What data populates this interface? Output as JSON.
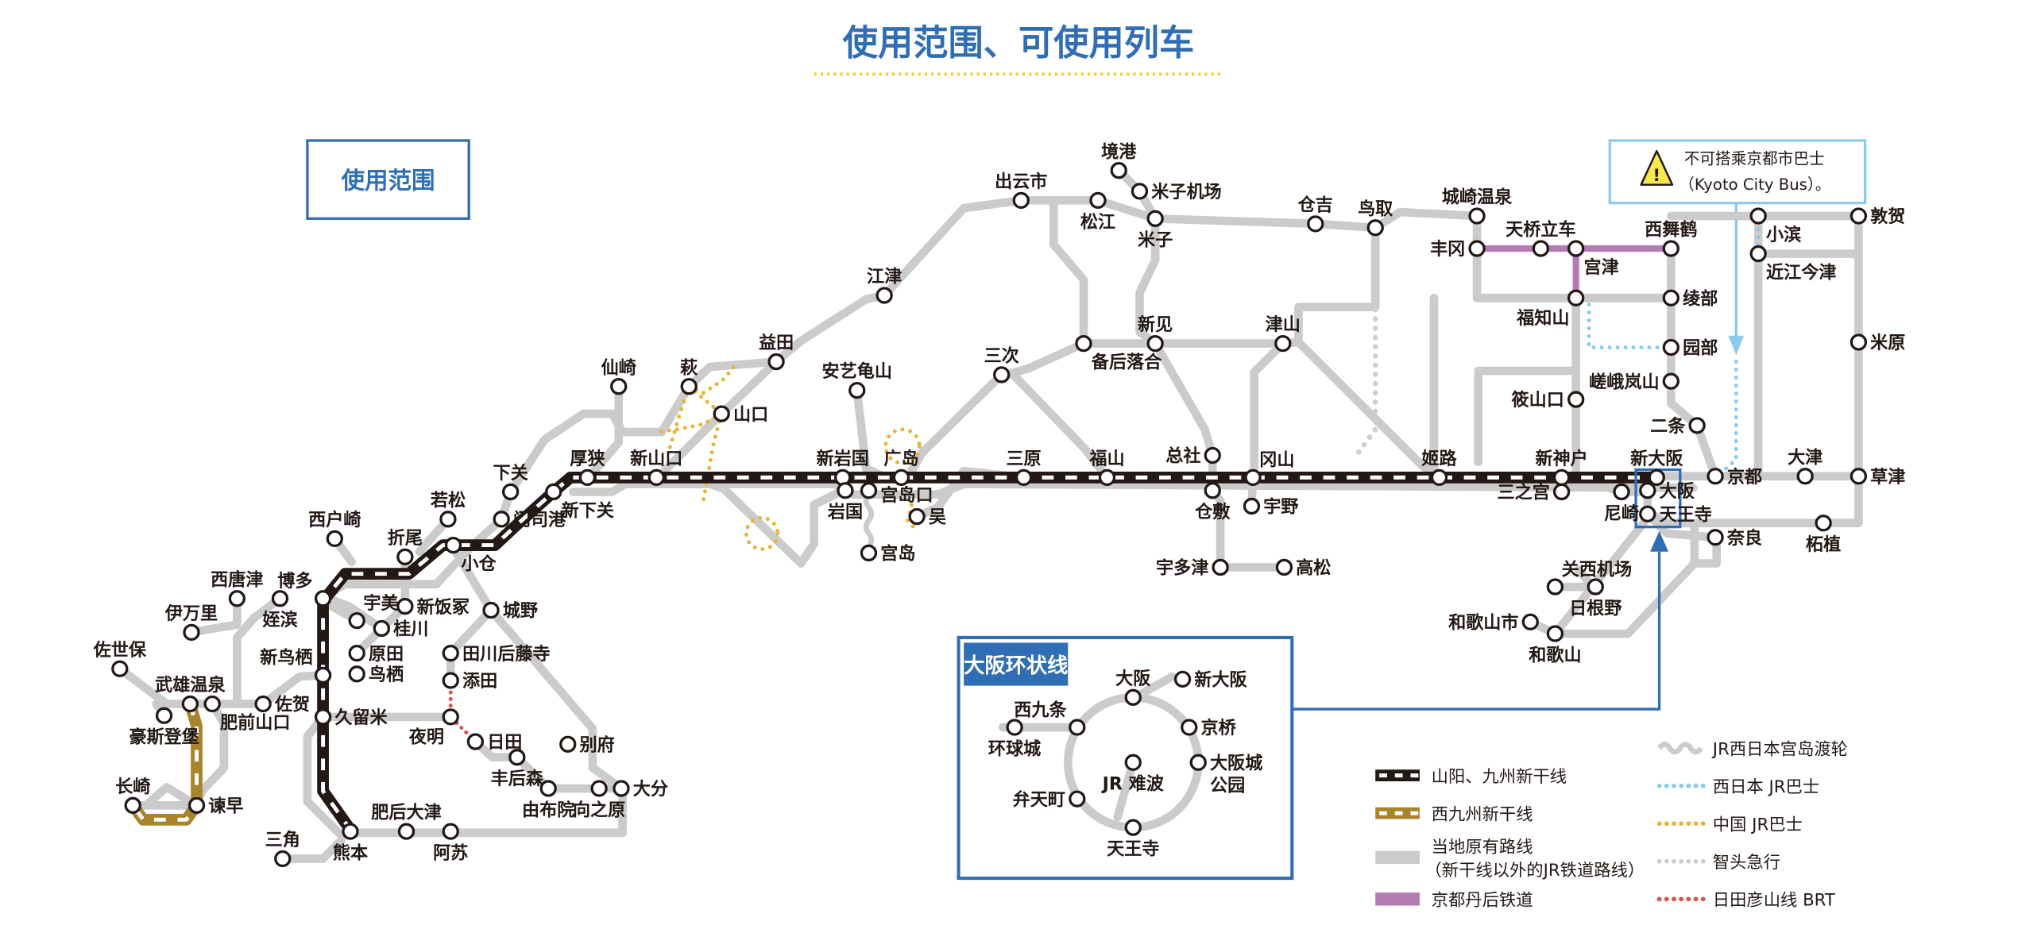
{
  "title": "使用范围、可使用列车",
  "area_label": "使用范围",
  "warning": {
    "icon": "warning-triangle-icon",
    "line1": "不可搭乘京都市巴士",
    "line2": "（Kyoto City Bus）。"
  },
  "inset": {
    "title": "大阪环状线",
    "stations": {
      "osaka": "大阪",
      "shin_osaka": "新大阪",
      "nishikujo": "西九条",
      "usj": "环球城",
      "kyobashi": "京桥",
      "namba": "JR 难波",
      "osakajo1": "大阪城",
      "osakajo2": "公园",
      "bentencho": "弁天町",
      "tennoji": "天王寺"
    }
  },
  "legend": {
    "shinkansen": "山阳、九州新干线",
    "nishikyushu": "西九州新干线",
    "local1": "当地原有路线",
    "local2": "（新干线以外的JR铁道路线）",
    "tango": "京都丹后铁道",
    "ferry": "JR西日本宫岛渡轮",
    "wjr_bus": "西日本 JR巴士",
    "chugoku_bus": "中国 JR巴士",
    "chizu": "智头急行",
    "brt": "日田彦山线 BRT"
  },
  "colors": {
    "shinkansen": "#231815",
    "nishikyushu": "#a8852c",
    "local": "#cbcbcb",
    "tango": "#b47cb4",
    "wjr_bus": "#8ccbec",
    "chugoku_bus": "#e8b43a",
    "chizu": "#cfcfcf",
    "brt": "#d9534f",
    "accent": "#2f6db5"
  },
  "stations": {
    "kumamoto": "熊本",
    "misumi": "三角",
    "higo_ozu": "肥后大津",
    "aso": "阿苏",
    "kurume": "久留米",
    "shin_tosu": "新鸟栖",
    "tosu": "鸟栖",
    "harada": "原田",
    "umi": "宇美",
    "hakata": "博多",
    "nishitozaki": "西户崎",
    "orio": "折尾",
    "wakamatsu": "若松",
    "kokura": "小仓",
    "mojiko": "门司港",
    "shimonoseki": "下关",
    "shin_shimonoseki": "新下关",
    "shin_iizuka": "新饭冢",
    "keisen": "桂川",
    "jono": "城野",
    "nishikaratsu": "西唐津",
    "meinohama": "姪滨",
    "imari": "伊万里",
    "sasebo": "佐世保",
    "tagawa": "田川后藤寺",
    "soeda": "添田",
    "takeo": "武雄温泉",
    "hizen_yamaguchi": "肥前山口",
    "saga": "佐贺",
    "huis": "豪斯登堡",
    "yoake": "夜明",
    "hita": "日田",
    "beppu": "别府",
    "bungo_mori": "丰后森",
    "yufuin": "由布院",
    "mukainoharu": "向之原",
    "oita": "大分",
    "nagasaki": "长崎",
    "isahaya": "谏早",
    "asa": "厚狭",
    "shin_yamaguchi": "新山口",
    "shin_iwakuni": "新岩国",
    "hiroshima": "广岛",
    "mihara": "三原",
    "fukuyama": "福山",
    "okayama": "冈山",
    "himeji": "姬路",
    "shin_kobe": "新神户",
    "shin_osaka": "新大阪",
    "iwakuni": "岩国",
    "miyajimaguchi": "宫岛口",
    "kure": "吴",
    "miyajima": "宫岛",
    "gotsu": "江津",
    "masuda": "益田",
    "senzaki": "仙崎",
    "hagi": "萩",
    "yamaguchi": "山口",
    "akikameyama": "安艺龟山",
    "miyoshi": "三次",
    "bingo_ochiai": "备后落合",
    "niimi": "新见",
    "tsuyama": "津山",
    "izumoshi": "出云市",
    "sakaiminato": "境港",
    "yonago_airport": "米子机场",
    "matsue": "松江",
    "yonago": "米子",
    "kurayoshi": "仓吉",
    "tottori": "鸟取",
    "kinosaki": "城崎温泉",
    "toyooka": "丰冈",
    "amanohashidate": "天桥立车",
    "miyazu": "宫津",
    "nishimaizuru": "西舞鹤",
    "obama": "小滨",
    "tsuruga": "敦贺",
    "fukuchiyama": "福知山",
    "ayabe": "绫部",
    "sonobe": "园部",
    "maibara": "米原",
    "omi_imazu": "近江今津",
    "sagaarashiyama": "嵯峨岚山",
    "sasayamaguchi": "筱山口",
    "nijo": "二条",
    "soja": "总社",
    "kyoto": "京都",
    "otsu": "大津",
    "kusatsu": "草津",
    "sannomiya": "三之宫",
    "amagasaki": "尼崎",
    "osaka": "大阪",
    "tennoji": "天王寺",
    "kurashiki": "仓敷",
    "uno": "宇野",
    "nara": "奈良",
    "tsuge": "柘植",
    "utazu": "宇多津",
    "takamatsu": "高松",
    "kansai_airport": "关西机场",
    "hineno": "日根野",
    "wakayamashi": "和歌山市",
    "wakayama": "和歌山"
  }
}
